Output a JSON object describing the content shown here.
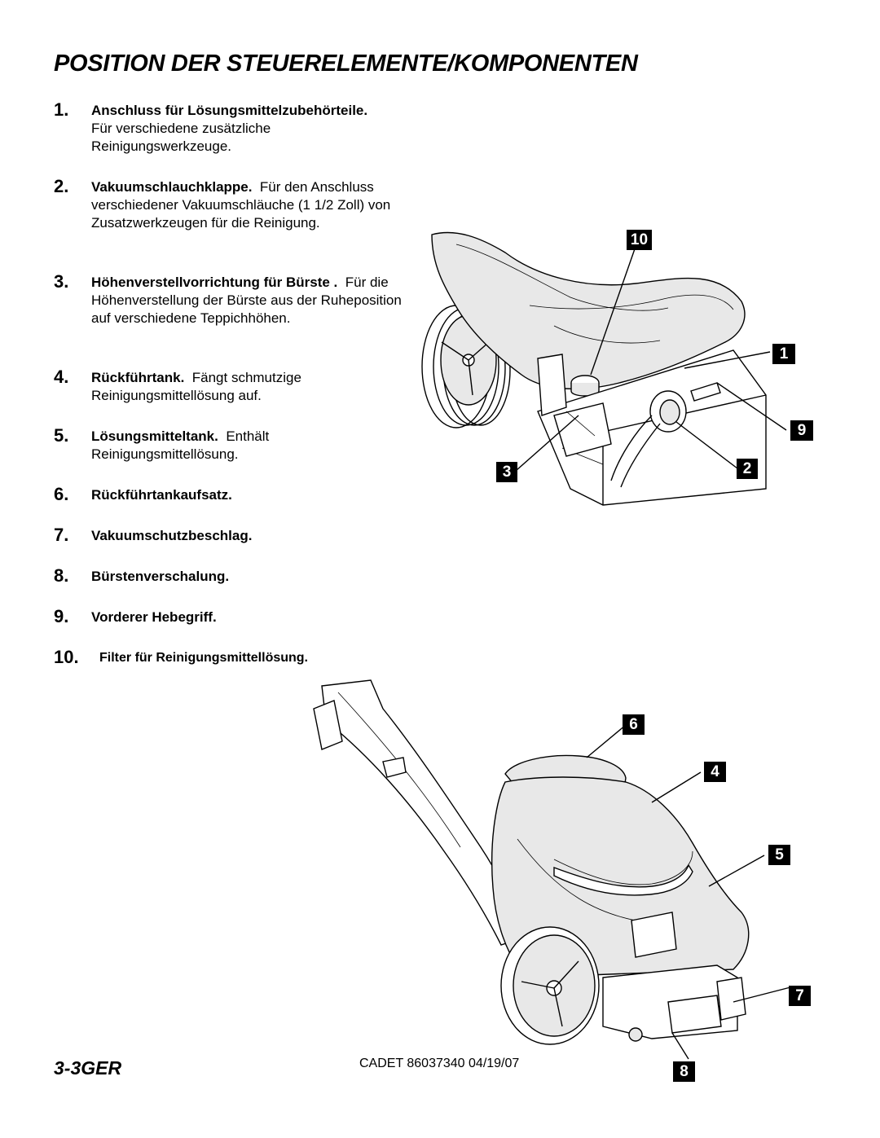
{
  "page": {
    "title": "POSITION DER STEUERELEMENTE/KOMPONENTEN",
    "page_label": "3-3GER",
    "footer": "CADET  86037340  04/19/07"
  },
  "items": [
    {
      "num": "1.",
      "bold": "Anschluss für Lösungsmittelzubehörteile.",
      "text": "Für verschiedene zusätzliche Reinigungswerkzeuge."
    },
    {
      "num": "2.",
      "bold": "Vakuumschlauchklappe.",
      "text": "Für den Anschluss verschiedener Vakuumschläuche (1 1/2 Zoll) von Zusatzwerkzeugen für die Reinigung."
    },
    {
      "num": "3.",
      "bold": "Höhenverstellvorrichtung für Bürste .",
      "text": "Für die Höhenverstellung der Bürste aus der Ruheposition auf verschiedene Teppichhöhen."
    },
    {
      "num": "4.",
      "bold": "Rückführtank.",
      "text": "Fängt schmutzige Reinigungsmittellösung auf."
    },
    {
      "num": "5.",
      "bold": "Lösungsmitteltank.",
      "text": "Enthält Reinigungsmittellösung."
    },
    {
      "num": "6.",
      "bold": "Rückführtankaufsatz.",
      "text": ""
    },
    {
      "num": "7.",
      "bold": "Vakuumschutzbeschlag.",
      "text": ""
    },
    {
      "num": "8.",
      "bold": "Bürstenverschalung.",
      "text": ""
    },
    {
      "num": "9.",
      "bold": "Vorderer Hebegriff.",
      "text": ""
    },
    {
      "num": "10.",
      "bold": "Filter für Reinigungsmittellösung.",
      "text": ""
    }
  ],
  "callouts": {
    "c10": "10",
    "c1": "1",
    "c9": "9",
    "c3": "3",
    "c2": "2",
    "c6": "6",
    "c4": "4",
    "c5": "5",
    "c7": "7",
    "c8": "8"
  }
}
